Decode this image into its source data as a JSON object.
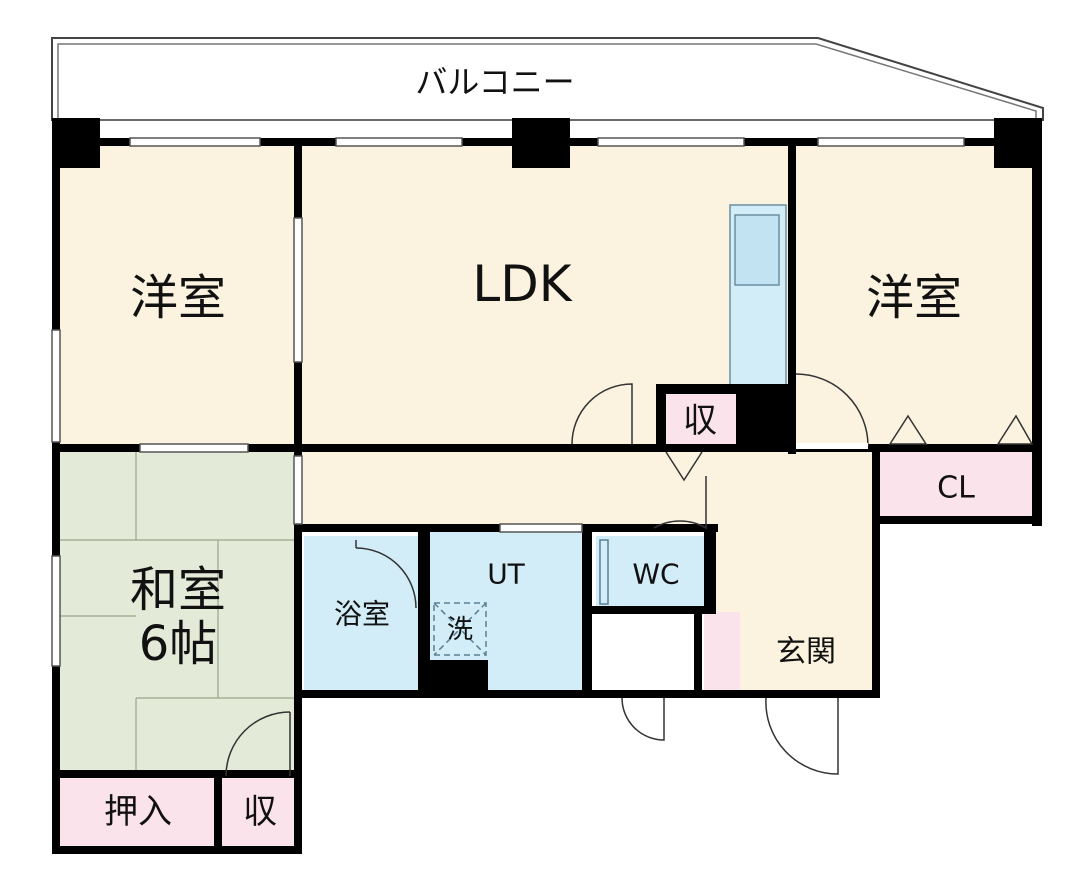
{
  "labels": {
    "balcony": "バルコニー",
    "western_room_left": "洋室",
    "ldk": "LDK",
    "western_room_right": "洋室",
    "storage_center": "収",
    "closet": "CL",
    "japanese_room": "和室",
    "japanese_room_size": "6帖",
    "bathroom": "浴室",
    "utility": "UT",
    "washer": "洗",
    "toilet": "WC",
    "entrance": "玄関",
    "oshiire": "押入",
    "storage_bottom": "収"
  },
  "colors": {
    "wall": "#000000",
    "floor_wood": "#fbf3e0",
    "floor_tatami": "#e3ead8",
    "floor_wet": "#d2edf8",
    "floor_storage": "#fbe3ec",
    "balcony": "#ffffff"
  }
}
